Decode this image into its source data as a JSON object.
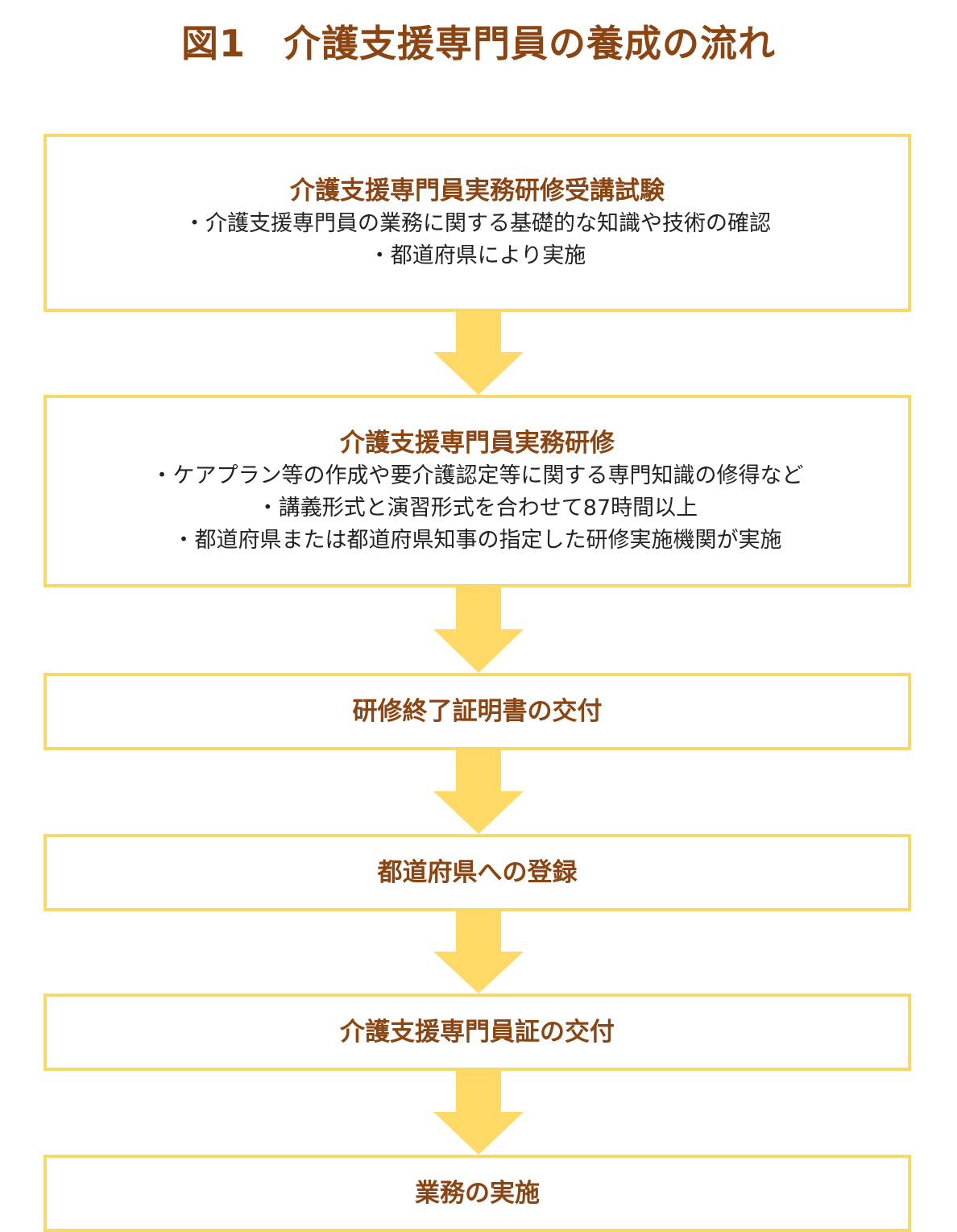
{
  "title": "図1　介護支援専門員の養成の流れ",
  "colors": {
    "title_text": "#8B4513",
    "box_border": "#F7D96A",
    "arrow_fill": "#FFD966",
    "body_text": "#222222"
  },
  "steps": [
    {
      "title": "介護支援専門員実務研修受講試験",
      "lines": [
        "・介護支援専門員の業務に関する基礎的な知識や技術の確認",
        "・都道府県により実施"
      ]
    },
    {
      "title": "介護支援専門員実務研修",
      "lines": [
        "・ケアプラン等の作成や要介護認定等に関する専門知識の修得など",
        "・講義形式と演習形式を合わせて87時間以上",
        "・都道府県または都道府県知事の指定した研修実施機関が実施"
      ]
    },
    {
      "title": "研修終了証明書の交付"
    },
    {
      "title": "都道府県への登録"
    },
    {
      "title": "介護支援専門員証の交付"
    },
    {
      "title": "業務の実施"
    }
  ]
}
